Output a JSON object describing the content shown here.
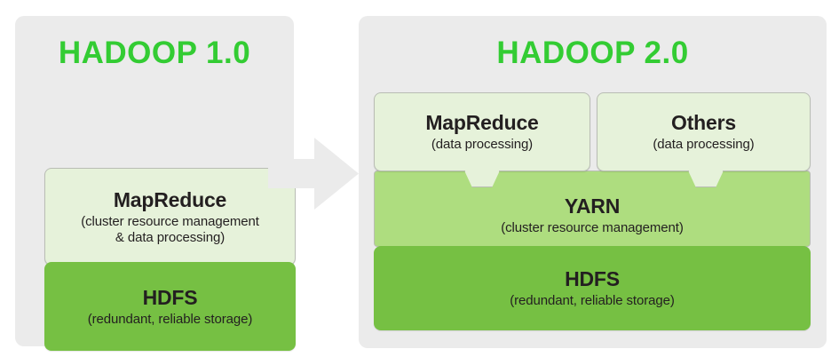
{
  "diagram": {
    "title_v1": "HADOOP 1.0",
    "title_v2": "HADOOP 2.0",
    "accent_green": "#33cc33",
    "pale_green": "#e6f2da",
    "mid_green": "#aedd7f",
    "strong_green": "#76c043",
    "panel_gray": "#ebebeb",
    "arrow_gray": "#ebebeb",
    "text_dark": "#231f20"
  },
  "hadoop1": {
    "title": "HADOOP 1.0",
    "layers": [
      {
        "name": "MapReduce",
        "title": "MapReduce",
        "subtitle_line1": "(cluster resource management",
        "subtitle_line2": "& data processing)",
        "role": "processing-and-resource-management"
      },
      {
        "name": "HDFS",
        "title": "HDFS",
        "subtitle": "(redundant, reliable storage)",
        "role": "storage"
      }
    ]
  },
  "hadoop2": {
    "title": "HADOOP 2.0",
    "top_layers": [
      {
        "name": "MapReduce",
        "title": "MapReduce",
        "subtitle": "(data processing)",
        "role": "data-processing"
      },
      {
        "name": "Others",
        "title": "Others",
        "subtitle": "(data processing)",
        "role": "data-processing"
      }
    ],
    "middle_layer": {
      "name": "YARN",
      "title": "YARN",
      "subtitle": "(cluster resource management)",
      "role": "cluster-resource-management"
    },
    "bottom_layer": {
      "name": "HDFS",
      "title": "HDFS",
      "subtitle": "(redundant, reliable storage)",
      "role": "storage"
    }
  },
  "arrow": {
    "icon": "right-arrow-icon",
    "direction": "right",
    "meaning": "evolution from Hadoop 1.0 to Hadoop 2.0"
  }
}
